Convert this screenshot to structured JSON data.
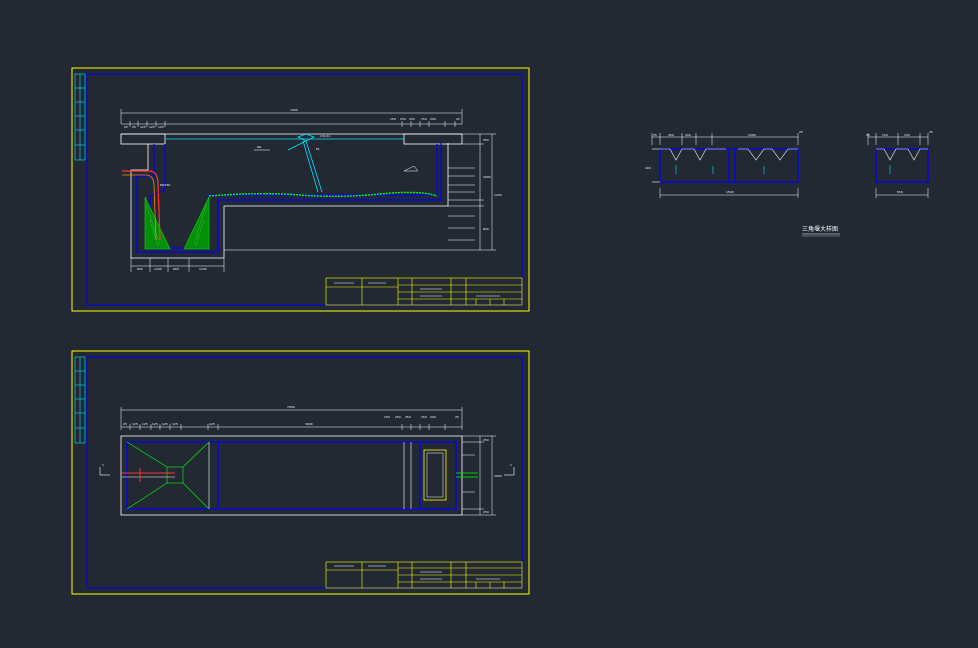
{
  "colors": {
    "background": "#222933",
    "frame_yellow": "#ffff00",
    "frame_blue": "#0000ff",
    "wall_white": "#ffffff",
    "green": "#00ff00",
    "pipe_red": "#ff3333",
    "cyan": "#00e5ff"
  },
  "section_view": {
    "dims_top": [
      "25",
      "25",
      "125",
      "125",
      "125"
    ],
    "dims_top_right": [
      "150",
      "250",
      "250",
      "150",
      "200",
      "25"
    ],
    "overall": "7000",
    "right_dims": [
      "350",
      "2000",
      "1200",
      "800"
    ],
    "bottom_dims": [
      "600",
      "1200",
      "600",
      "1200"
    ],
    "annotations": [
      "P1",
      "DN150",
      "i=0.01",
      "WL"
    ],
    "title_block": {
      "cells": [
        "",
        "",
        "",
        "",
        "",
        "",
        "",
        ""
      ],
      "drawing_name": ""
    }
  },
  "plan_view": {
    "overall": "7000",
    "dims_top": [
      "25",
      "125",
      "125",
      "125",
      "125",
      "125",
      "125"
    ],
    "dims_top_right": [
      "150",
      "250",
      "250",
      "150",
      "200",
      "25"
    ],
    "mid_dim": "3000",
    "right_dims": [
      "250",
      "2000",
      "250"
    ],
    "section_marks": [
      "1",
      "1"
    ],
    "title_block": {
      "drawing_name": ""
    }
  },
  "detail_a": {
    "dims_top": [
      "25",
      "300",
      "200",
      "1000",
      "25"
    ],
    "bottom": "1500",
    "side": "400"
  },
  "detail_b": {
    "dims_top": [
      "25",
      "150",
      "150",
      "25"
    ],
    "bottom": "550"
  },
  "detail_caption": "三角堰大样图"
}
